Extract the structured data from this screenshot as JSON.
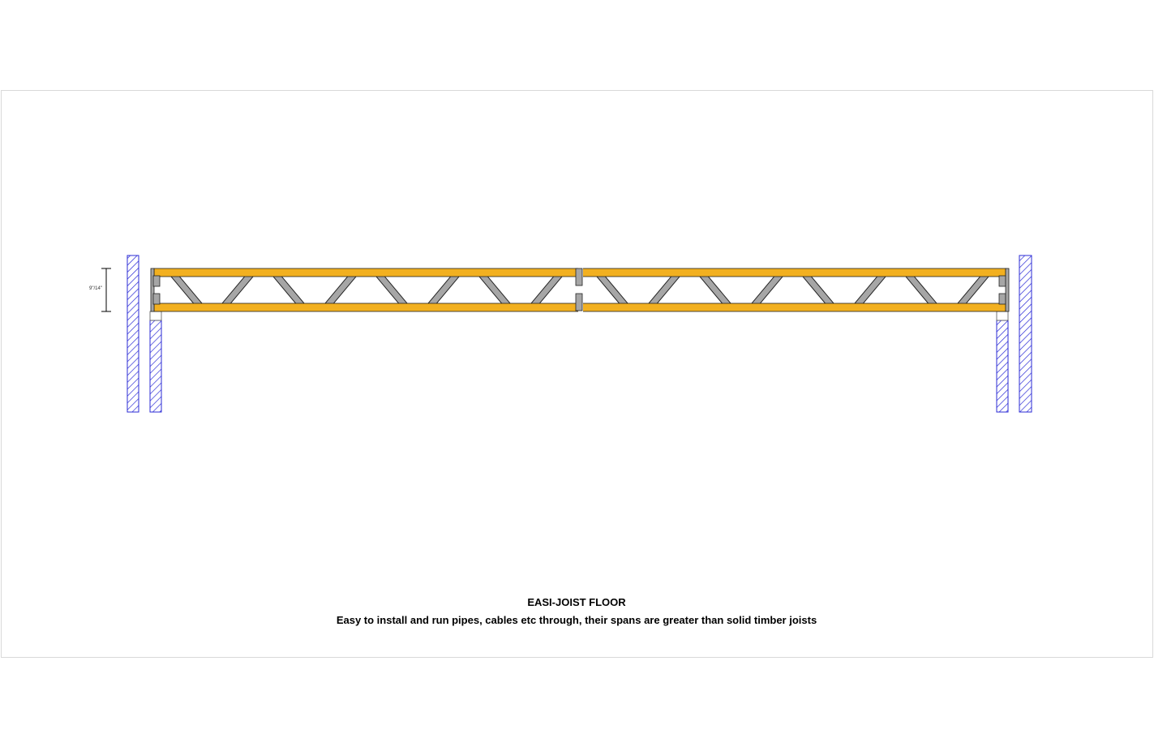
{
  "drawing": {
    "dimension_label": "9\"/14\"",
    "colors": {
      "timber_chord": "#f2b020",
      "steel_web": "#a6a6a6",
      "wall_hatch": "#2b2bd6",
      "outline": "#000000"
    }
  },
  "caption": {
    "title": "EASI-JOIST FLOOR",
    "description": "Easy to install and run pipes, cables etc through, their spans are greater than solid timber joists"
  }
}
